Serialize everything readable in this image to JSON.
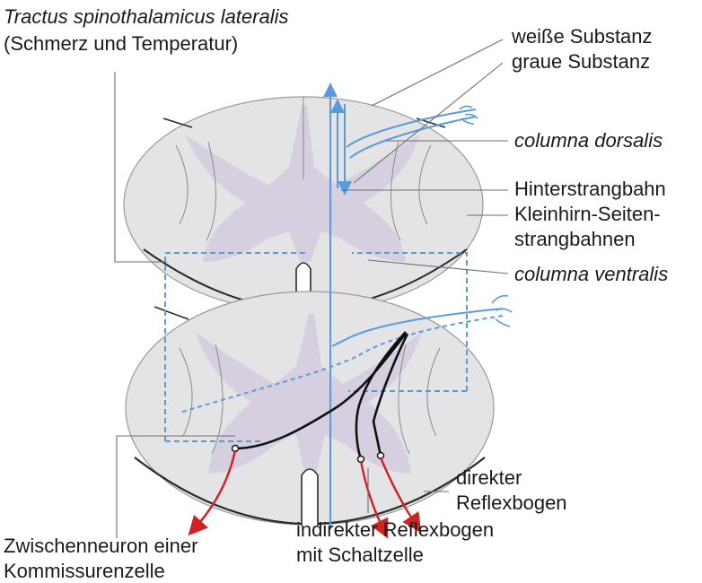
{
  "labels": {
    "tractus_title": "Tractus spinothalamicus lateralis",
    "tractus_sub": "(Schmerz und Temperatur)",
    "weisse_substanz": "weiße Substanz",
    "graue_substanz": "graue Substanz",
    "columna_dorsalis": "columna dorsalis",
    "hinterstrangbahn": "Hinterstrangbahn",
    "kleinhirn_1": "Kleinhirn-Seiten-",
    "kleinhirn_2": "strangbahnen",
    "columna_ventralis": "columna ventralis",
    "direkter_1": "direkter",
    "direkter_2": "Reflexbogen",
    "indirekter_1": "indirekter Reflexbogen",
    "indirekter_2": "mit Schaltzelle",
    "zwischen_1": "Zwischenneuron einer",
    "zwischen_2": "Kommissurenzelle"
  },
  "colors": {
    "white_matter": "#e4e4e6",
    "grey_matter": "#d6cfe0",
    "outline": "#2b2b2b",
    "leader": "#6e6e6e",
    "afferent_blue": "#5a9be0",
    "neuron_black": "#111111",
    "efferent_red": "#d02222"
  }
}
